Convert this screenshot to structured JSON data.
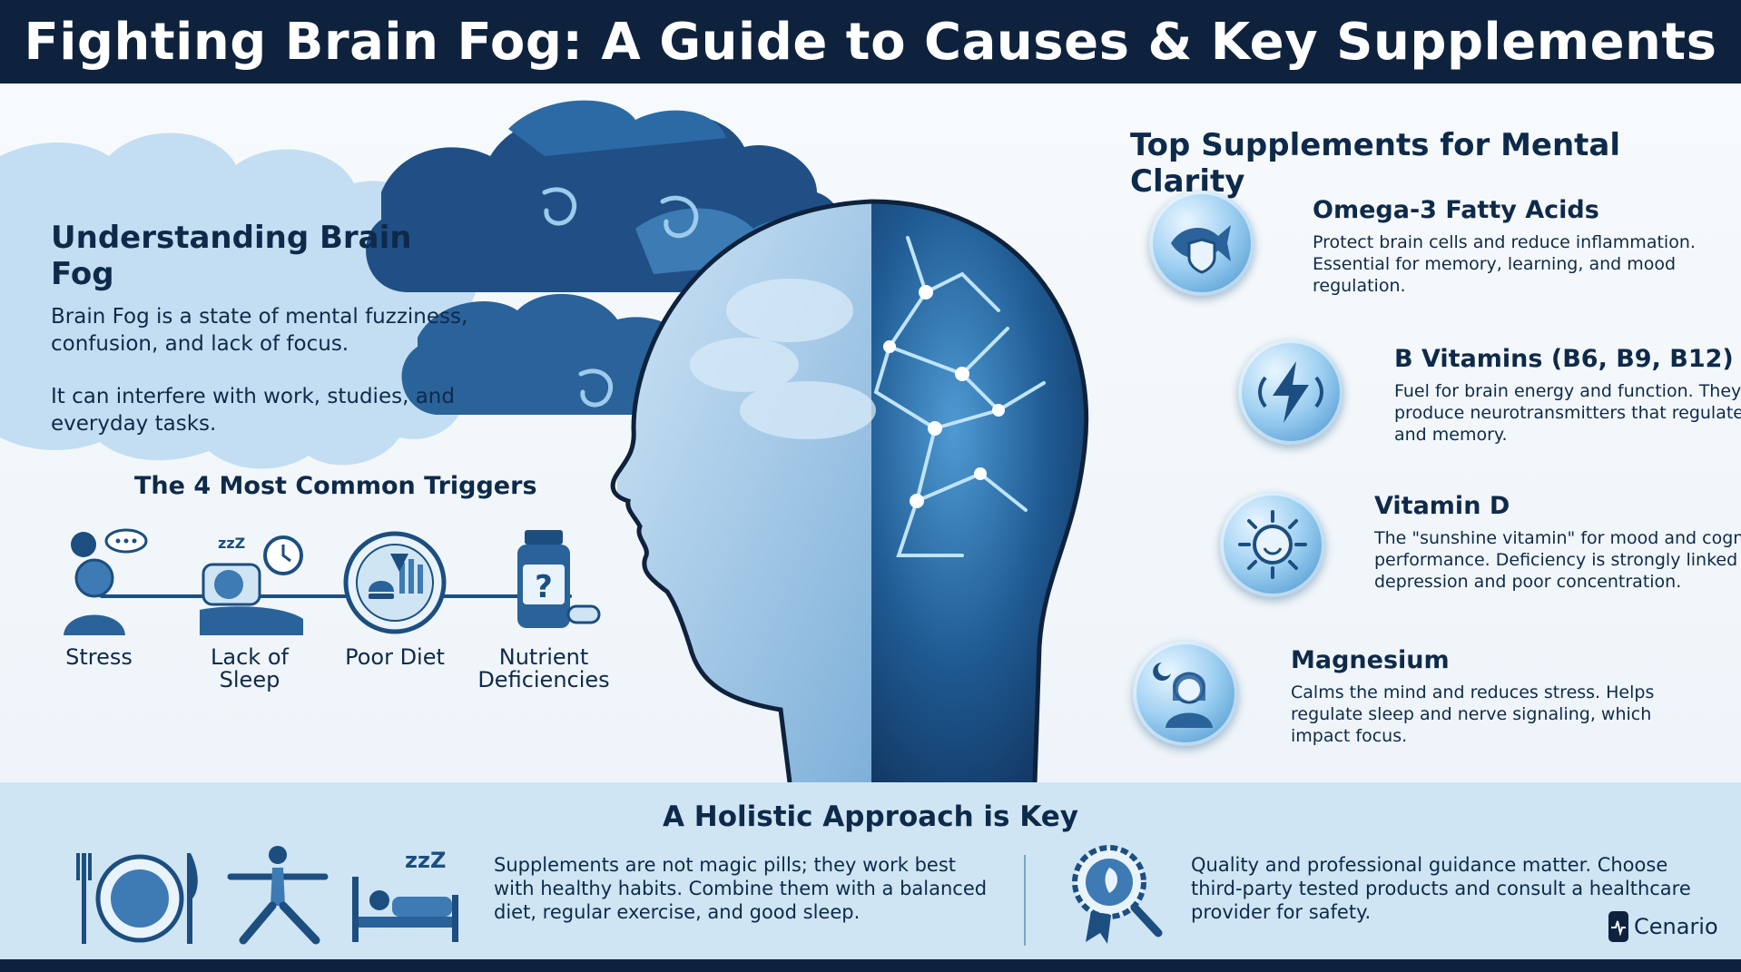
{
  "title": "Fighting Brain Fog: A Guide to Causes & Key Supplements",
  "understanding": {
    "heading": "Understanding Brain Fog",
    "paragraph1": "Brain Fog is a state of mental fuzziness, confusion, and lack of focus.",
    "paragraph2": "It can interfere with work, studies, and everyday tasks."
  },
  "triggers": {
    "heading": "The 4 Most Common Triggers",
    "items": [
      {
        "label": "Stress",
        "icon": "stressed-person-icon"
      },
      {
        "label": "Lack of Sleep",
        "icon": "sleeping-alarm-icon"
      },
      {
        "label": "Poor Diet",
        "icon": "junk-food-plate-icon"
      },
      {
        "label": "Nutrient Deficiencies",
        "icon": "supplement-bottle-icon"
      }
    ]
  },
  "supplements": {
    "heading": "Top Supplements for Mental Clarity",
    "items": [
      {
        "name": "Omega-3 Fatty Acids",
        "desc": "Protect brain cells and reduce inflammation. Essential for memory, learning, and mood regulation.",
        "icon": "fish-brain-shield-icon"
      },
      {
        "name": "B Vitamins (B6, B9, B12)",
        "desc": "Fuel for brain energy and function. They help produce neurotransmitters that regulate focus and memory.",
        "icon": "lightning-bolt-icon"
      },
      {
        "name": "Vitamin D",
        "desc": "The \"sunshine vitamin\" for mood and cognitive performance. Deficiency is strongly linked to depression and poor concentration.",
        "icon": "smiling-sun-icon"
      },
      {
        "name": "Magnesium",
        "desc": "Calms the mind and reduces stress. Helps regulate sleep and nerve signaling, which impact focus.",
        "icon": "calm-woman-moon-icon"
      }
    ]
  },
  "holistic": {
    "heading": "A Holistic Approach is Key",
    "habits_text": "Supplements are not magic pills; they work best with healthy habits. Combine them with a balanced diet, regular exercise, and good sleep.",
    "quality_text": "Quality and professional guidance matter. Choose third-party tested products and consult a healthcare provider for safety."
  },
  "brand": "Cenario",
  "colors": {
    "navy": "#0e223d",
    "mid_blue": "#1c4e80",
    "light_blue": "#cfe5f4",
    "cloud": "#b9d8ef"
  }
}
